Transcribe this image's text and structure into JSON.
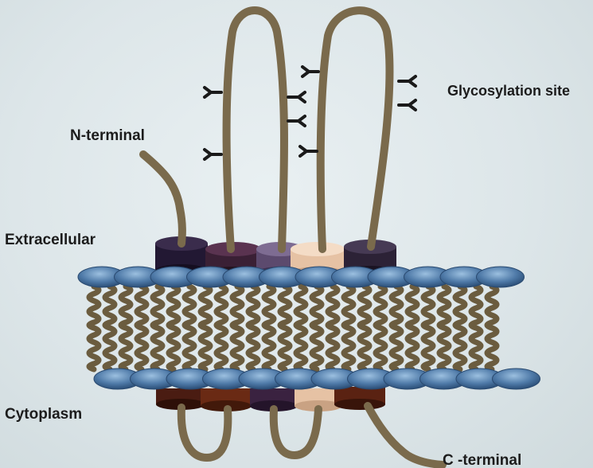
{
  "labels": {
    "n_terminal": "N-terminal",
    "extracellular": "Extracellular",
    "glycosylation_site": "Glycosylation site",
    "cytoplasm": "Cytoplasm",
    "c_terminal": "C -terminal"
  },
  "colors": {
    "background": "#dfe7ea",
    "protein_chain": "#7a6a4c",
    "lipid_head": "#4f7aa8",
    "lipid_tail": "#6b5c3f",
    "glycan": "#1a1a1a",
    "helix_top": [
      "#221833",
      "#3a2035",
      "#5c4a6e",
      "#e6c2a4",
      "#2c2236"
    ],
    "helix_bottom": [
      "#4a1c12",
      "#6a2a14",
      "#3a2240",
      "#e6c2a4",
      "#5a2212"
    ]
  },
  "glycosylation_site_count": 8
}
